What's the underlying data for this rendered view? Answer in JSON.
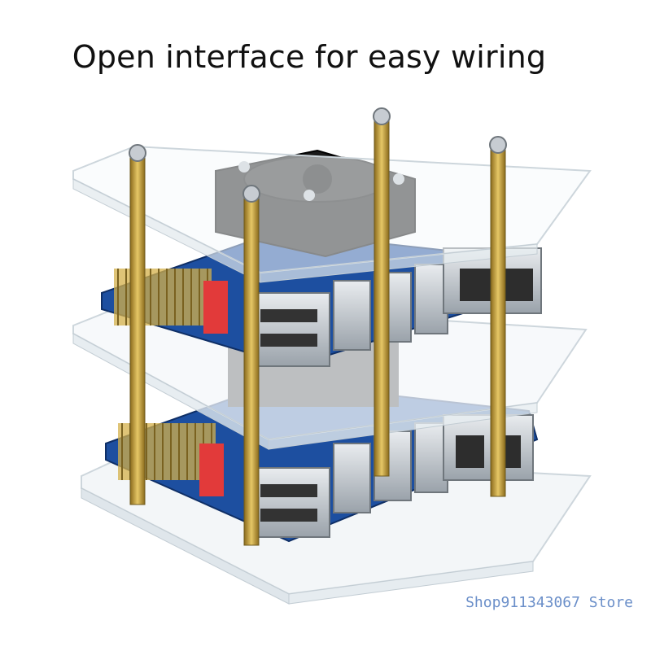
{
  "headline": "Open interface for easy wiring",
  "watermark": "Shop911343067 Store",
  "product_image": {
    "subject": "stacked-acrylic-case-two-boards",
    "colors": {
      "acrylic": "#e8eef2",
      "standoff": "#c9a53a",
      "pcb": "#1d4fa0",
      "fan": "#1a1a1a",
      "port_metal": "#c7ccd2",
      "header_pins": "#d4b04a",
      "connector": "#e23a3a"
    }
  }
}
